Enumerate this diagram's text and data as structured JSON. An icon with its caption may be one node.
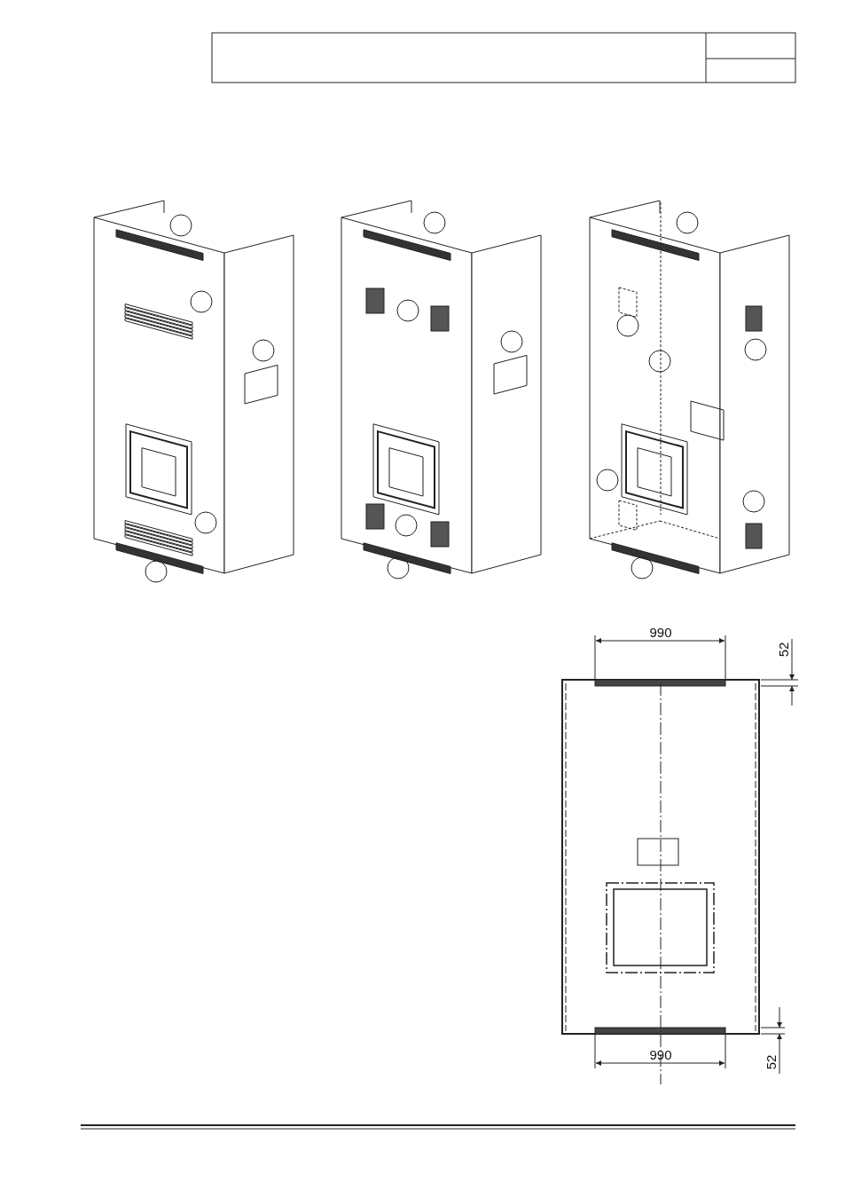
{
  "diagram": {
    "labels": [
      "990",
      "52",
      "990",
      "52"
    ]
  }
}
